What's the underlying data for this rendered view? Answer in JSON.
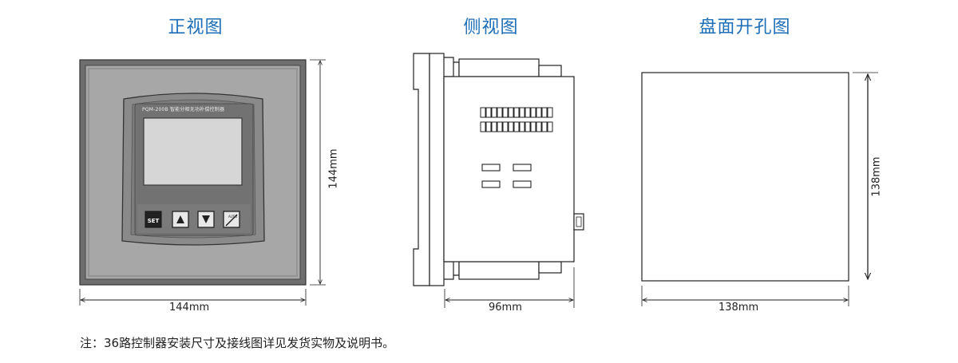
{
  "titles": {
    "front": "正视图",
    "side": "侧视图",
    "cutout": "盘面开孔图"
  },
  "front": {
    "model_label": "PQM-200B 智能分相无功补偿控制器",
    "buttons": [
      "SET",
      "▲",
      "▼",
      "AUTO"
    ],
    "width_label": "144mm",
    "height_label": "144mm"
  },
  "side": {
    "depth_label": "96mm"
  },
  "cutout": {
    "width_label": "138mm",
    "height_label": "138mm"
  },
  "note": "注：36路控制器安装尺寸及接线图详见发货实物及说明书。",
  "colors": {
    "title": "#1e6fb7",
    "panel_gray": "#a4a4a4",
    "bezel_gray": "#8f8f8f",
    "lcd": "#d4d4d4",
    "line": "#222222"
  }
}
